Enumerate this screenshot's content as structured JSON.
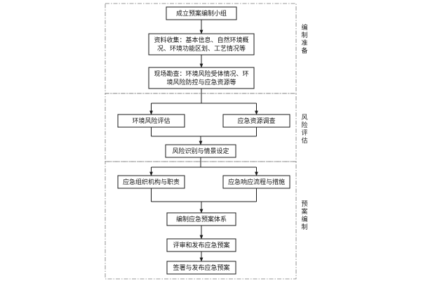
{
  "diagram": {
    "sections": [
      {
        "id": "prep",
        "label": "编制准备"
      },
      {
        "id": "risk",
        "label": "风险评估"
      },
      {
        "id": "plan",
        "label": "预案编制"
      }
    ],
    "nodes": [
      {
        "id": "form_team",
        "lines": [
          "成立预案编制小组"
        ]
      },
      {
        "id": "collect",
        "lines": [
          "资料收集：基本信息、自然环境概",
          "况、环境功能区划、工艺情况等"
        ]
      },
      {
        "id": "survey",
        "lines": [
          "现场勘查：环境风险受体情况、环",
          "境风险防控与应急资源等"
        ]
      },
      {
        "id": "risk_assess",
        "lines": [
          "环境风险评估"
        ]
      },
      {
        "id": "resource_survey",
        "lines": [
          "应急资源调查"
        ]
      },
      {
        "id": "scenario",
        "lines": [
          "风险识别与情景设定"
        ]
      },
      {
        "id": "org",
        "lines": [
          "应急组织机构与职责"
        ]
      },
      {
        "id": "process",
        "lines": [
          "应急响应流程与措施"
        ]
      },
      {
        "id": "system",
        "lines": [
          "编制应急预案体系"
        ]
      },
      {
        "id": "review",
        "lines": [
          "评审和发布应急预案"
        ]
      },
      {
        "id": "sign",
        "lines": [
          "签署与发布应急预案"
        ]
      }
    ],
    "edges": [
      {
        "from": "form_team",
        "to": "collect"
      },
      {
        "from": "collect",
        "to": "survey"
      },
      {
        "from": "survey",
        "to": "risk_assess"
      },
      {
        "from": "survey",
        "to": "resource_survey"
      },
      {
        "from": "risk_assess",
        "to": "scenario"
      },
      {
        "from": "resource_survey",
        "to": "scenario"
      },
      {
        "from": "scenario",
        "to": "org"
      },
      {
        "from": "scenario",
        "to": "process"
      },
      {
        "from": "org",
        "to": "system"
      },
      {
        "from": "process",
        "to": "system"
      },
      {
        "from": "system",
        "to": "review"
      },
      {
        "from": "review",
        "to": "sign"
      }
    ]
  }
}
